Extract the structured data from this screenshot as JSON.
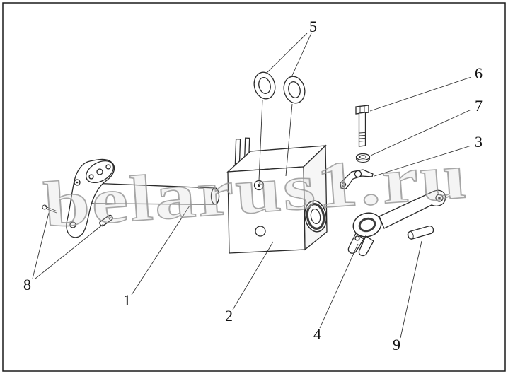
{
  "diagram": {
    "watermark": "belarus1.ru",
    "labels": {
      "l1": "1",
      "l2": "2",
      "l3": "3",
      "l4": "4",
      "l5": "5",
      "l6": "6",
      "l7": "7",
      "l8": "8",
      "l9": "9"
    }
  }
}
